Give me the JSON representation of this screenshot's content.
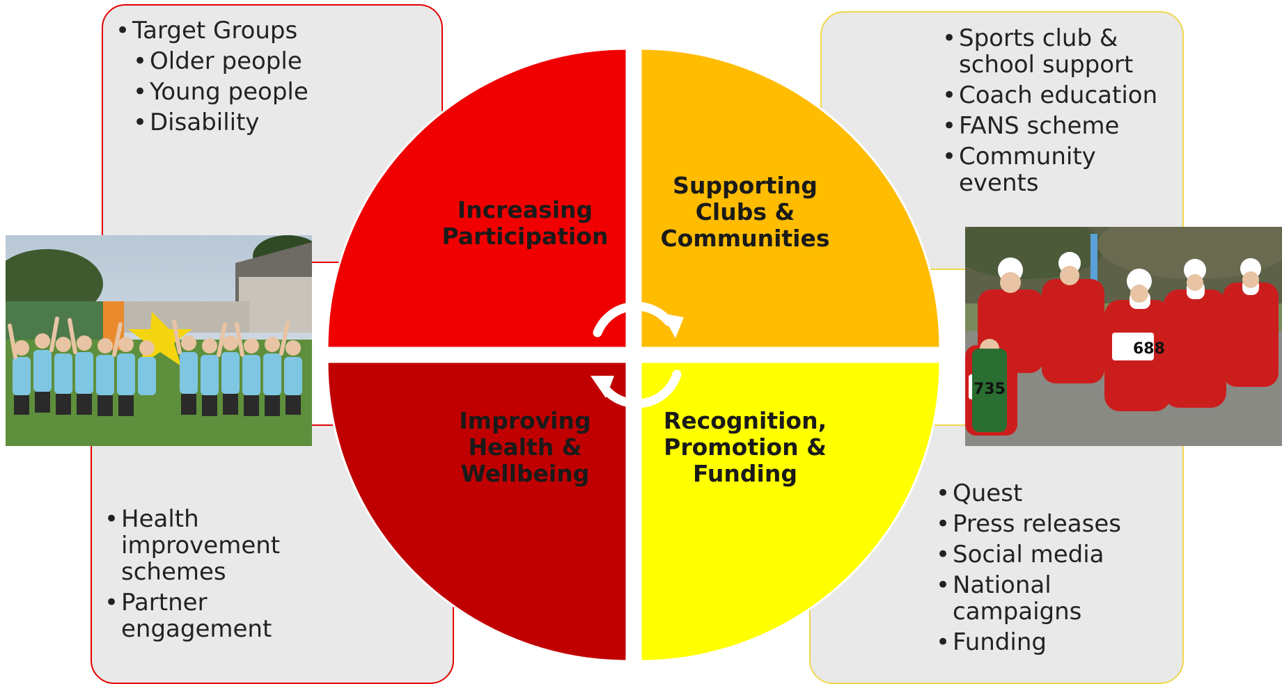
{
  "quadrants": [
    {
      "label_lines": [
        "Increasing",
        "Participation"
      ],
      "color": "#f00000"
    },
    {
      "label_lines": [
        "Supporting",
        "Clubs &",
        "Communities"
      ],
      "color": "#ffbc00"
    },
    {
      "label_lines": [
        "Improving",
        "Health &",
        "Wellbeing"
      ],
      "color": "#c00000"
    },
    {
      "label_lines": [
        "Recognition,",
        "Promotion &",
        "Funding"
      ],
      "color": "#ffff00"
    }
  ],
  "boxes": {
    "top_left": {
      "items": [
        {
          "text": "Target Groups",
          "level": 0
        },
        {
          "text": "Older people",
          "level": 1
        },
        {
          "text": "Young people",
          "level": 1
        },
        {
          "text": "Disability",
          "level": 1
        }
      ]
    },
    "top_right": {
      "items": [
        {
          "text": "Sports club & school support"
        },
        {
          "text": "Coach education"
        },
        {
          "text": "FANS scheme"
        },
        {
          "text": "Community events"
        }
      ]
    },
    "bottom_left": {
      "items": [
        {
          "text": "Health improvement schemes"
        },
        {
          "text": "Partner engagement"
        }
      ]
    },
    "bottom_right": {
      "items": [
        {
          "text": "Quest"
        },
        {
          "text": "Press releases"
        },
        {
          "text": "Social media"
        },
        {
          "text": "National campaigns"
        },
        {
          "text": "Funding"
        }
      ]
    }
  },
  "photos": {
    "left": {
      "subject": "children-cheering-photo"
    },
    "right": {
      "subject": "santa-fun-run-photo",
      "bib_numbers": [
        "688",
        "735"
      ]
    }
  },
  "colors": {
    "box_fill": "#e9e9e9",
    "box_border_red": "#e30000",
    "box_border_yellow": "#f1d64a"
  }
}
